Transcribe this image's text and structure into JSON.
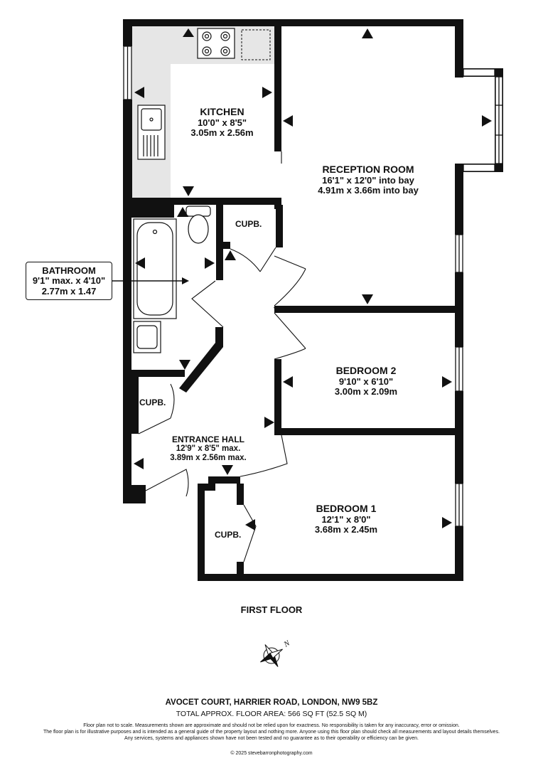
{
  "rooms": {
    "kitchen": {
      "name": "KITCHEN",
      "imperial": "10'0\"  x 8'5\"",
      "metric": "3.05m  x 2.56m"
    },
    "reception": {
      "name": "RECEPTION ROOM",
      "imperial": "16'1\"  x 12'0\" into bay",
      "metric": "4.91m  x 3.66m into bay"
    },
    "bathroom": {
      "name": "BATHROOM",
      "imperial": "9'1\" max. x 4'10\"",
      "metric": "2.77m x 1.47"
    },
    "bedroom2": {
      "name": "BEDROOM 2",
      "imperial": "9'10\"  x 6'10\"",
      "metric": "3.00m  x 2.09m"
    },
    "entrance_hall": {
      "name": "ENTRANCE HALL",
      "imperial": "12'9\"  x 8'5\" max.",
      "metric": "3.89m  x 2.56m max."
    },
    "bedroom1": {
      "name": "BEDROOM 1",
      "imperial": "12'1\"  x 8'0\"",
      "metric": "3.68m  x 2.45m"
    }
  },
  "cupboard_label": "CUPB.",
  "floor_label": "FIRST FLOOR",
  "compass_letter": "N",
  "footer": {
    "address": "AVOCET COURT, HARRIER ROAD, LONDON, NW9 5BZ",
    "total_area": "TOTAL APPROX. FLOOR AREA: 566 SQ FT (52.5 SQ M)",
    "disclaimer_1": "Floor plan not to scale. Measurements shown are approximate and should not be relied upon for exactness. No responsibility is taken for any inaccuracy, error or omission.",
    "disclaimer_2": "The floor plan is for illustrative purposes and is intended as a general guide of the property layout and nothing more. Anyone using this floor plan should check all measurements and layout details themselves.",
    "disclaimer_3": "Any services, systems and appliances shown have not been tested and no guarantee as to their operability or efficiency can be given.",
    "copyright": "© 2025 stevebarronphotography.com"
  },
  "colors": {
    "wall": "#111111",
    "kitchen_floor": "#e6e6e6",
    "background": "#ffffff"
  }
}
